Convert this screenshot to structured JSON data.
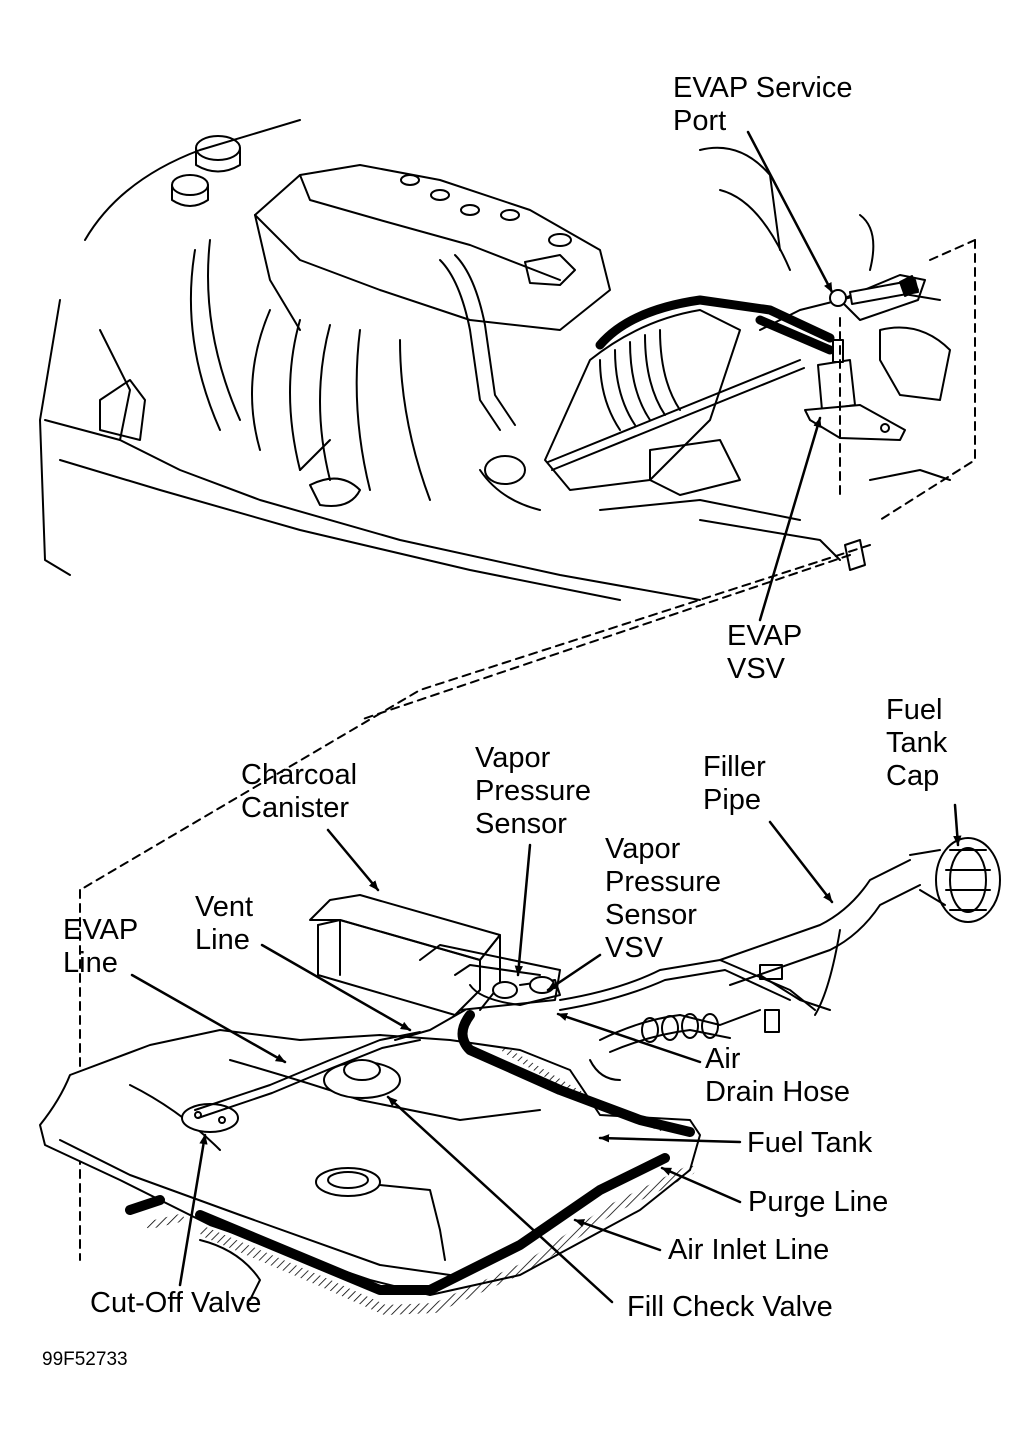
{
  "labels": {
    "evap_service_port": [
      "EVAP Service",
      "Port"
    ],
    "evap_vsv": [
      "EVAP",
      "VSV"
    ],
    "fuel_tank_cap": [
      "Fuel",
      "Tank",
      "Cap"
    ],
    "filler_pipe": [
      "Filler",
      "Pipe"
    ],
    "charcoal_canister": [
      "Charcoal",
      "Canister"
    ],
    "vapor_pressure_sensor": [
      "Vapor",
      "Pressure",
      "Sensor"
    ],
    "vapor_pressure_sensor_vsv": [
      "Vapor",
      "Pressure",
      "Sensor",
      "VSV"
    ],
    "vent_line": [
      "Vent",
      "Line"
    ],
    "evap_line": [
      "EVAP",
      "Line"
    ],
    "air_drain_hose": [
      "Air",
      "Drain Hose"
    ],
    "fuel_tank": "Fuel Tank",
    "purge_line": "Purge Line",
    "air_inlet_line": "Air Inlet Line",
    "cut_off_valve": "Cut-Off Valve",
    "fill_check_valve": "Fill Check Valve"
  },
  "figure_code": "99F52733",
  "colors": {
    "ink": "#000000",
    "paper": "#ffffff"
  }
}
